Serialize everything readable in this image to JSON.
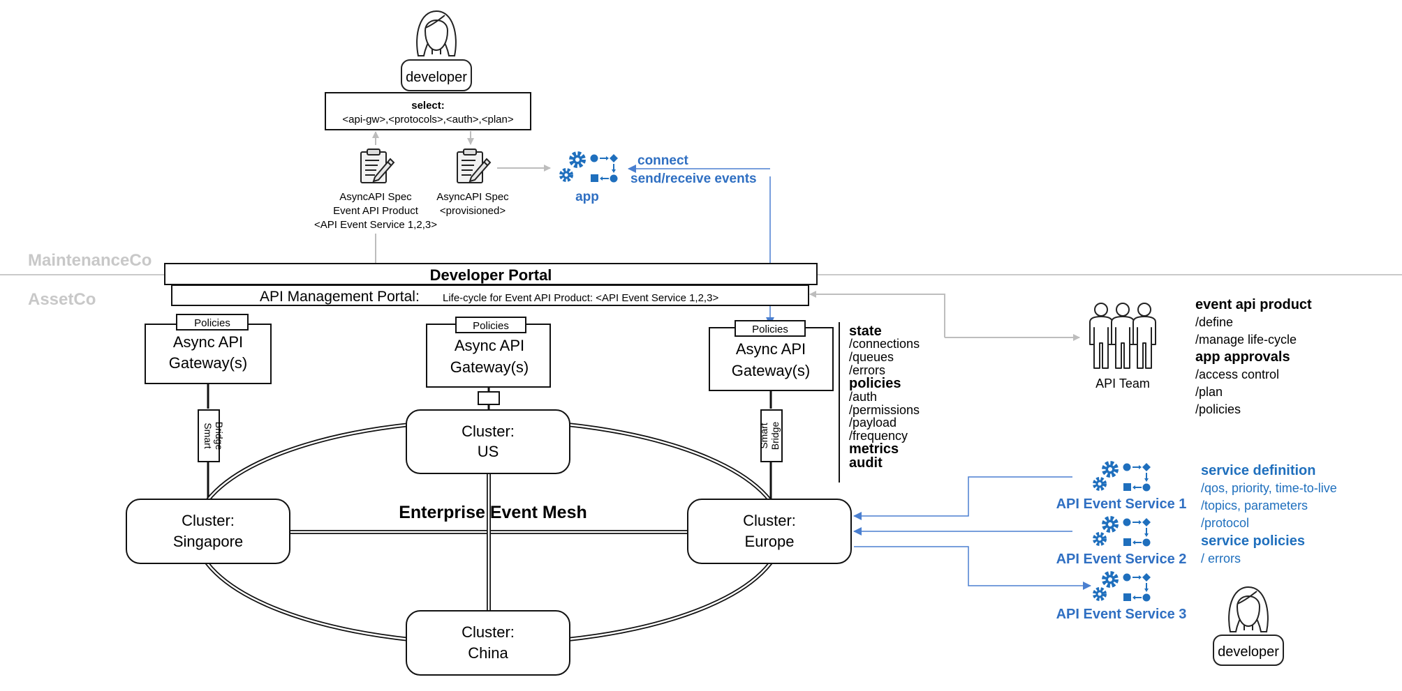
{
  "zones": {
    "upper": "MaintenanceCo",
    "lower": "AssetCo"
  },
  "top_developer": {
    "label": "developer"
  },
  "select_box": {
    "line1": "select:",
    "line2": "<api-gw>,<protocols>,<auth>,<plan>"
  },
  "spec_left": {
    "line1": "AsyncAPI Spec",
    "line2": "Event API Product",
    "line3": "<API Event Service 1,2,3>"
  },
  "spec_right": {
    "line1": "AsyncAPI Spec",
    "line2": "<provisioned>"
  },
  "app": {
    "label": "app",
    "connect": "connect",
    "send_receive": "send/receive events"
  },
  "developer_portal": {
    "label": "Developer Portal"
  },
  "api_mgmt_portal": {
    "label": "API Management Portal:",
    "sublabel": "Life-cycle for Event API Product: <API Event Service 1,2,3>"
  },
  "gateways": [
    {
      "policies": "Policies",
      "line1": "Async API",
      "line2": "Gateway(s)"
    },
    {
      "policies": "Policies",
      "line1": "Async API",
      "line2": "Gateway(s)"
    },
    {
      "policies": "Policies",
      "line1": "Async API",
      "line2": "Gateway(s)"
    }
  ],
  "smart_bridge": {
    "line1": "Smart",
    "line2": "Bridge"
  },
  "clusters": {
    "us": {
      "line1": "Cluster:",
      "line2": "US"
    },
    "singapore": {
      "line1": "Cluster:",
      "line2": "Singapore"
    },
    "europe": {
      "line1": "Cluster:",
      "line2": "Europe"
    },
    "china": {
      "line1": "Cluster:",
      "line2": "China"
    }
  },
  "mesh_label": "Enterprise Event Mesh",
  "gateway_features": {
    "state": "state",
    "connections": "/connections",
    "queues": "/queues",
    "errors": "/errors",
    "policies": "policies",
    "auth": "/auth",
    "permissions": "/permissions",
    "payload": "/payload",
    "frequency": "/frequency",
    "metrics": "metrics",
    "audit": "audit"
  },
  "api_team": {
    "label": "API Team",
    "event_api_product": "event api product",
    "define": "/define",
    "manage": "/manage life-cycle",
    "app_approvals": "app approvals",
    "access_control": "/access control",
    "plan": "/plan",
    "policies": "/policies"
  },
  "event_services": [
    {
      "label": "API Event Service 1"
    },
    {
      "label": "API Event Service 2"
    },
    {
      "label": "API Event Service 3"
    }
  ],
  "service_details": {
    "service_definition": "service definition",
    "qos": "/qos, priority, time-to-live",
    "topics": "/topics, parameters",
    "protocol": "/protocol",
    "service_policies": "service policies",
    "errors": "/ errors"
  },
  "bottom_developer": {
    "label": "developer"
  },
  "colors": {
    "accent_blue": "#2f6fc2",
    "zone_label_gray": "#c8c8c8",
    "arrow_gray": "#bdbdbd"
  }
}
